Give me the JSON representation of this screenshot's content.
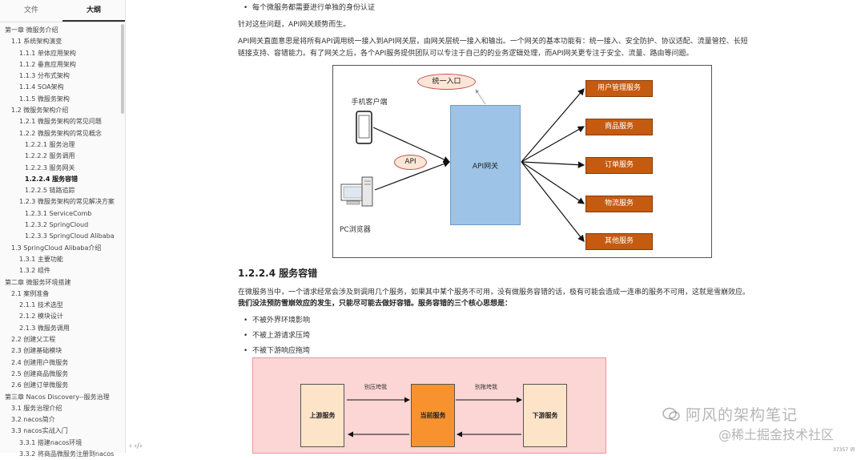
{
  "sidebar": {
    "tabs": [
      "文件",
      "大纲"
    ],
    "active_tab": 1,
    "outline": [
      {
        "label": "第一章 微服务介绍",
        "level": 0
      },
      {
        "label": "1.1 系统架构演变",
        "level": 1
      },
      {
        "label": "1.1.1 单体应用架构",
        "level": 2
      },
      {
        "label": "1.1.2 垂直应用架构",
        "level": 2
      },
      {
        "label": "1.1.3 分布式架构",
        "level": 2
      },
      {
        "label": "1.1.4 SOA架构",
        "level": 2
      },
      {
        "label": "1.1.5 微服务架构",
        "level": 2
      },
      {
        "label": "1.2 微服务架构介绍",
        "level": 1
      },
      {
        "label": "1.2.1 微服务架构的常见问题",
        "level": 2
      },
      {
        "label": "1.2.2 微服务架构的常见概念",
        "level": 2
      },
      {
        "label": "1.2.2.1 服务治理",
        "level": 3
      },
      {
        "label": "1.2.2.2 服务调用",
        "level": 3
      },
      {
        "label": "1.2.2.3 服务网关",
        "level": 3
      },
      {
        "label": "1.2.2.4 服务容错",
        "level": 3,
        "active": true
      },
      {
        "label": "1.2.2.5 链路追踪",
        "level": 3
      },
      {
        "label": "1.2.3 微服务架构的常见解决方案",
        "level": 2
      },
      {
        "label": "1.2.3.1 ServiceComb",
        "level": 3
      },
      {
        "label": "1.2.3.2 SpringCloud",
        "level": 3
      },
      {
        "label": "1.2.3.3 SpringCloud Alibaba",
        "level": 3
      },
      {
        "label": "1.3 SpringCloud Alibaba介绍",
        "level": 1
      },
      {
        "label": "1.3.1 主要功能",
        "level": 2
      },
      {
        "label": "1.3.2 组件",
        "level": 2
      },
      {
        "label": "第二章 微服务环境搭建",
        "level": 0
      },
      {
        "label": "2.1 案例准备",
        "level": 1
      },
      {
        "label": "2.1.1 技术选型",
        "level": 2
      },
      {
        "label": "2.1.2 模块设计",
        "level": 2
      },
      {
        "label": "2.1.3 微服务调用",
        "level": 2
      },
      {
        "label": "2.2 创建父工程",
        "level": 1
      },
      {
        "label": "2.3 创建基础模块",
        "level": 1
      },
      {
        "label": "2.4 创建用户微服务",
        "level": 1
      },
      {
        "label": "2.5 创建商品微服务",
        "level": 1
      },
      {
        "label": "2.6 创建订单微服务",
        "level": 1
      },
      {
        "label": "第三章 Nacos Discovery--服务治理",
        "level": 0
      },
      {
        "label": "3.1 服务治理介绍",
        "level": 1
      },
      {
        "label": "3.2 nacos简介",
        "level": 1
      },
      {
        "label": "3.3 nacos实战入门",
        "level": 1
      },
      {
        "label": "3.3.1 搭建nacos环境",
        "level": 2
      },
      {
        "label": "3.3.2 将商品微服务注册到nacos",
        "level": 2
      }
    ]
  },
  "content": {
    "bullet_top": "每个微服务都需要进行单独的身份认证",
    "para1": "针对这些问题，API网关顺势而生。",
    "para2_line1": "API网关直面意思是将所有API调用统一接入到API网关层，由网关层统一接入和输出。一个网关的基本功能有：统一接入、安全防护、协议适配、流量管控、长短",
    "para2_line2": "链接支持、容错能力。有了网关之后，各个API服务提供团队可以专注于自己的的业务逻辑处理，而API网关更专注于安全、流量、路由等问题。",
    "heading": "1.2.2.4 服务容错",
    "para3_line1": "在微服务当中，一个请求经常会涉及到调用几个服务，如果其中某个服务不可用，没有做服务容错的话，极有可能会造成一连串的服务不可用，这就是雪崩效应。",
    "para3_line2": "我们没法预防雪崩效应的发生，只能尽可能去做好容错。服务容错的三个核心思想是：",
    "bullets": [
      "不被外界环境影响",
      "不被上游请求压垮",
      "不被下游响应拖垮"
    ]
  },
  "diagram1": {
    "unified_entry": "统一入口",
    "mobile_label": "手机客户端",
    "api_label": "API",
    "gateway_label": "API网关",
    "pc_label": "PC浏览器",
    "services": [
      "用户管理服务",
      "商品服务",
      "订单服务",
      "物流服务",
      "其他服务"
    ],
    "colors": {
      "service": "#c55a11",
      "gateway": "#9dc3e6",
      "ellipse": "#fbe5d6"
    }
  },
  "diagram2": {
    "upstream": "上游服务",
    "current": "当前服务",
    "downstream": "下游服务",
    "label_left": "别压垮我",
    "label_right": "别拖垮我",
    "colors": {
      "background": "#fcd5d5",
      "side_box": "#fde4c8",
      "center_box": "#f7922f"
    }
  },
  "watermark": {
    "line1": "阿风的架构笔记",
    "line2": "@稀土掘金技术社区"
  },
  "status": {
    "word_count": "37357 词",
    "bottom_icons": "‹  ‹/›"
  }
}
